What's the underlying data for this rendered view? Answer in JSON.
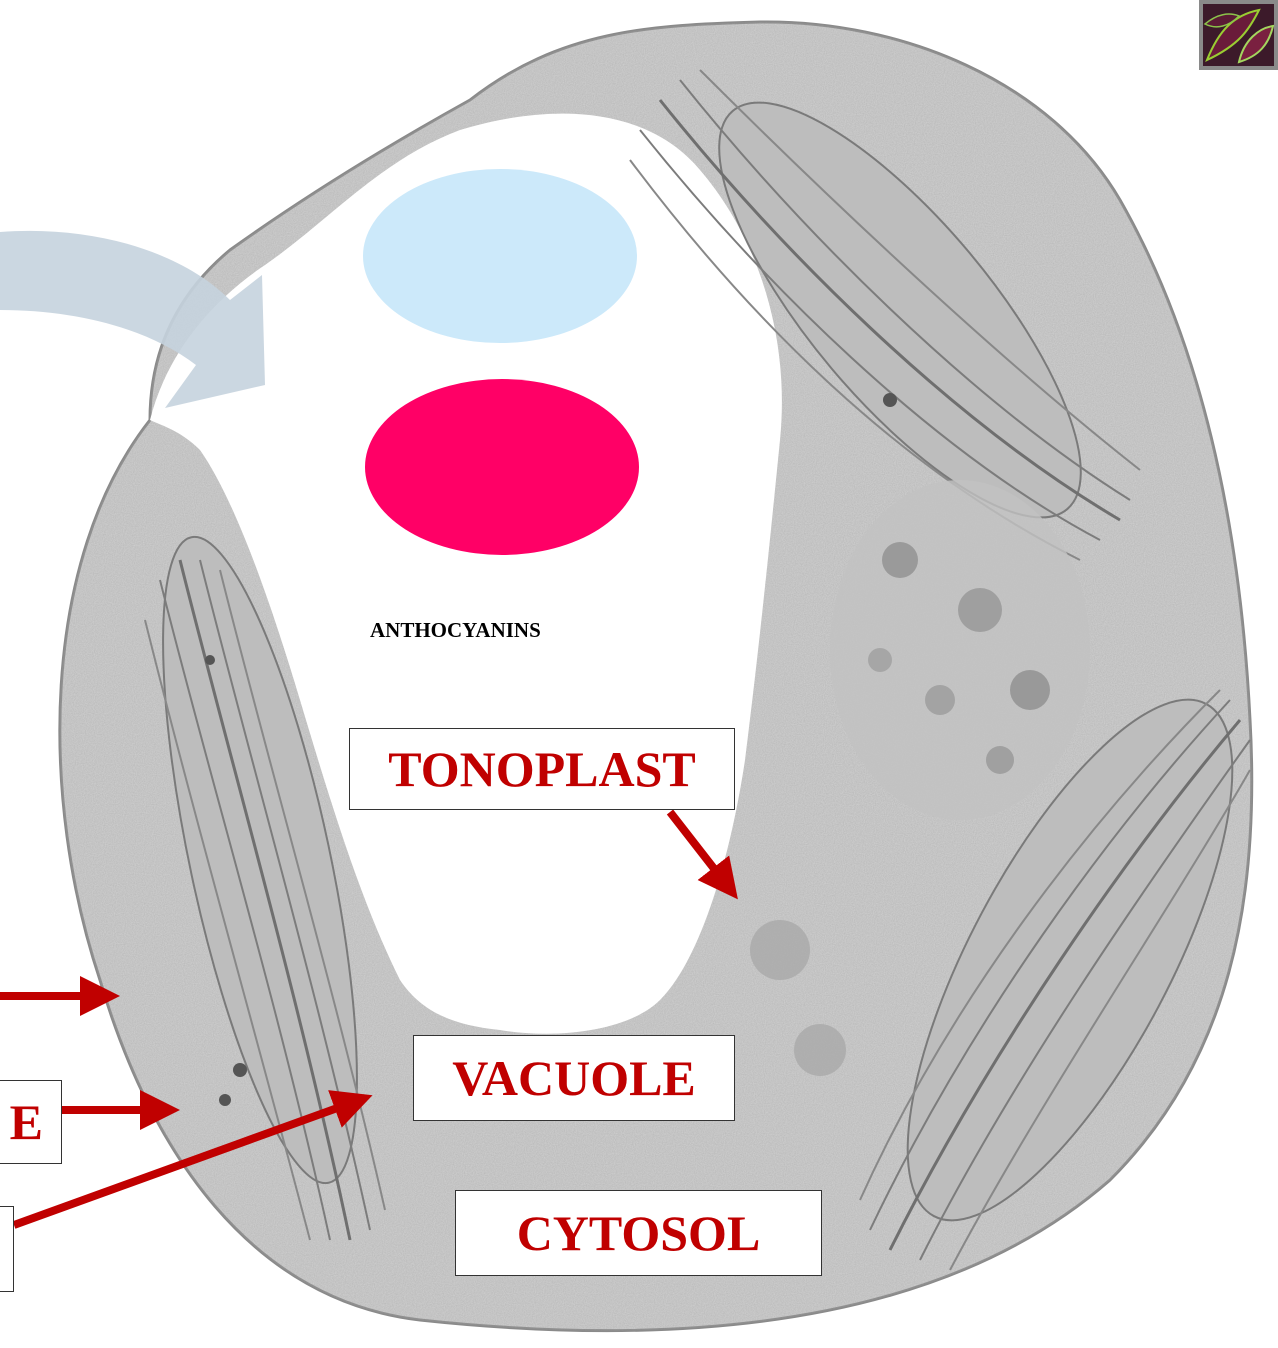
{
  "diagram": {
    "pigment_label": "ANTHOCYANINS",
    "labels": {
      "tonoplast": "TONOPLAST",
      "vacuole": "VACUOLE",
      "cytosol": "CYTOSOL",
      "partial_left_middle": "E",
      "partial_left_bottom": ""
    },
    "colors": {
      "label_text": "#c00000",
      "arrow": "#c00000",
      "ellipse_top": "#cce9fa",
      "ellipse_bottom": "#ff0066",
      "curved_arrow": "#c5d3de",
      "cell_fill": "#d2d2d2"
    }
  }
}
